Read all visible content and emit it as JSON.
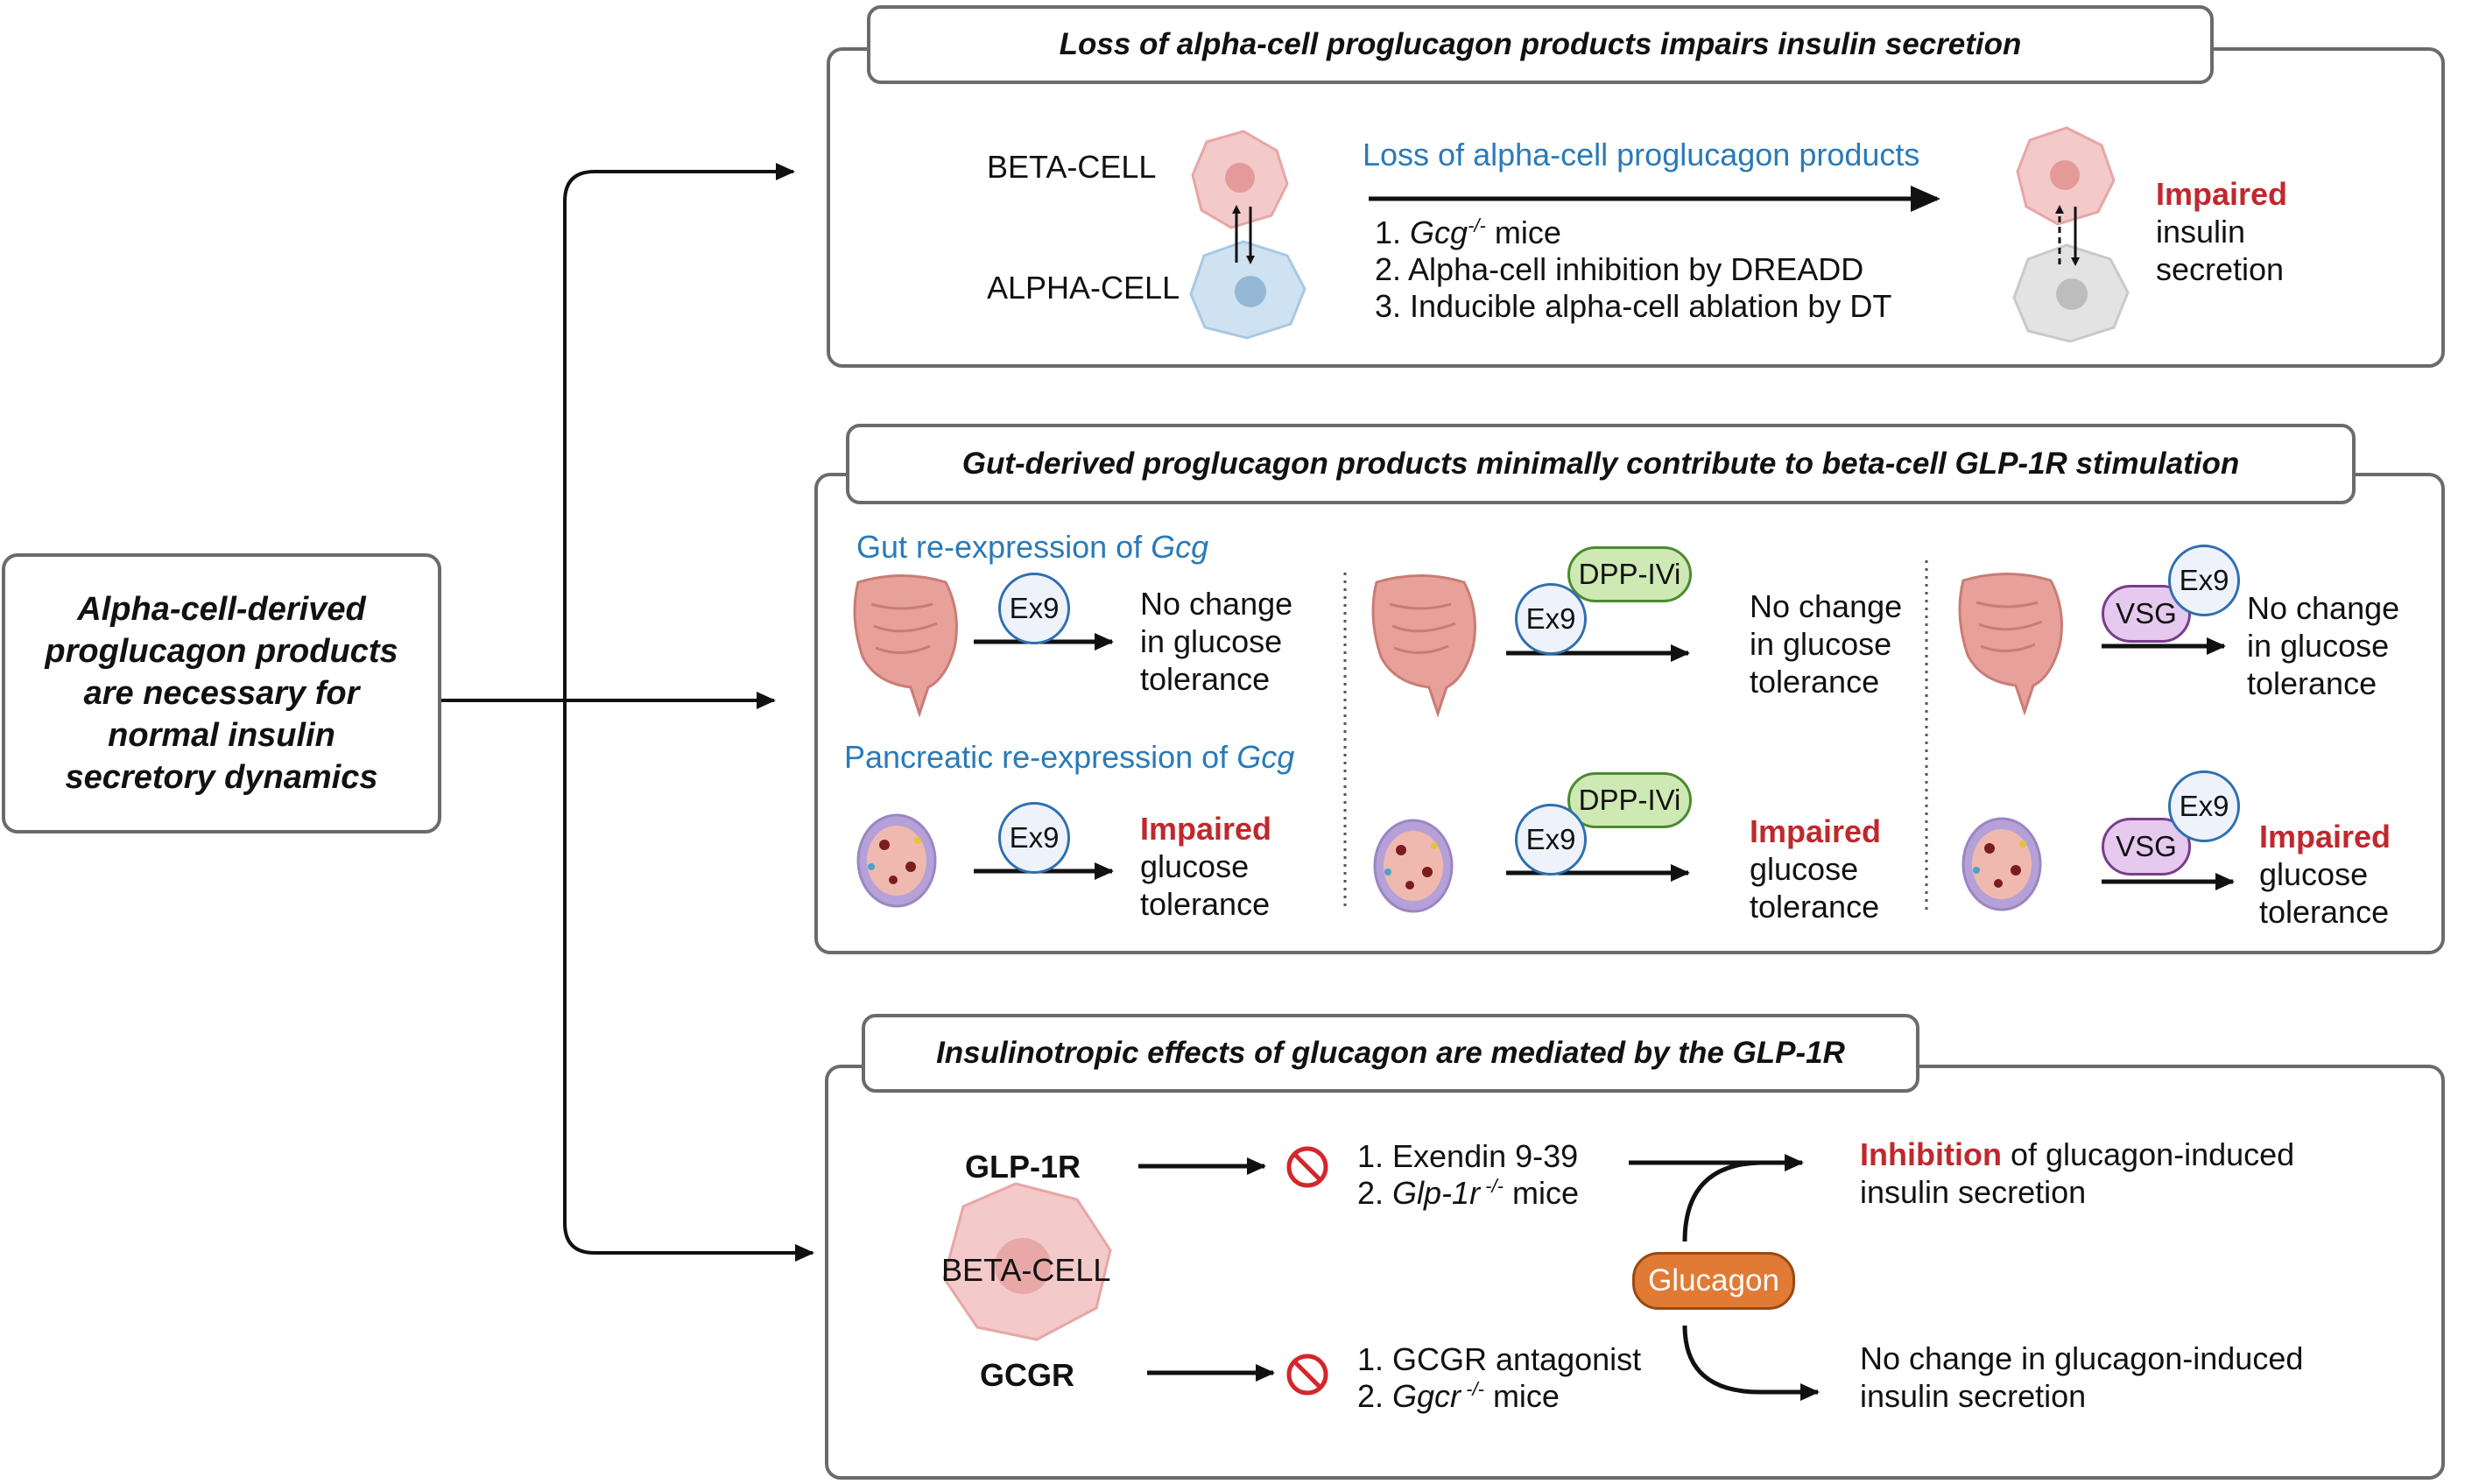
{
  "main_box": {
    "line1": "Alpha-cell-derived",
    "line2": "proglucagon products",
    "line3": "are necessary for",
    "line4": "normal insulin",
    "line5": "secretory dynamics"
  },
  "panel1": {
    "header": "Loss of alpha-cell proglucagon products impairs insulin secretion",
    "beta_label": "BETA-CELL",
    "alpha_label": "ALPHA-CELL",
    "arrow_label": "Loss of alpha-cell proglucagon products",
    "item1_num": "1. ",
    "item1_gene": "Gcg",
    "item1_sup": "-/-",
    "item1_rest": " mice",
    "item2": "2. Alpha-cell inhibition by DREADD",
    "item3": "3. Inducible alpha-cell ablation by DT",
    "result_red": "Impaired",
    "result_l2": "insulin",
    "result_l3": "secretion"
  },
  "panel2": {
    "header": "Gut-derived proglucagon products minimally contribute to beta-cell GLP-1R stimulation",
    "gut_label": "Gut re-expression of ",
    "gut_gene": "Gcg",
    "panc_label": "Pancreatic re-expression of ",
    "panc_gene": "Gcg",
    "ex9": "Ex9",
    "dppivi": "DPP-IVi",
    "vsg": "VSG",
    "nochange_l1": "No change",
    "nochange_l2": "in glucose",
    "nochange_l3": "tolerance",
    "impaired_red": "Impaired",
    "impaired_l2": "glucose",
    "impaired_l3": "tolerance"
  },
  "panel3": {
    "header": "Insulinotropic effects of glucagon are mediated by the GLP-1R",
    "glp1r": "GLP-1R",
    "gcgr": "GCGR",
    "beta_label": "BETA-CELL",
    "top_item1": "1. Exendin 9-39",
    "top_item2_num": "2. ",
    "top_item2_gene": "Glp-1r",
    "top_item2_sup": " -/-",
    "top_item2_rest": " mice",
    "bot_item1": "1. GCGR antagonist",
    "bot_item2_num": "2. ",
    "bot_item2_gene": "Ggcr",
    "bot_item2_sup": " -/-",
    "bot_item2_rest": " mice",
    "glucagon": "Glucagon",
    "top_res_red": "Inhibition",
    "top_res_l1": " of glucagon-induced",
    "top_res_l2": "insulin secretion",
    "bot_res_l1": "No change in glucagon-induced",
    "bot_res_l2": "insulin secretion"
  },
  "colors": {
    "blue_text": "#2a7ab8",
    "red_text": "#c0282d",
    "glucagon_fill": "#e07a35",
    "border": "#6b6b6b"
  }
}
